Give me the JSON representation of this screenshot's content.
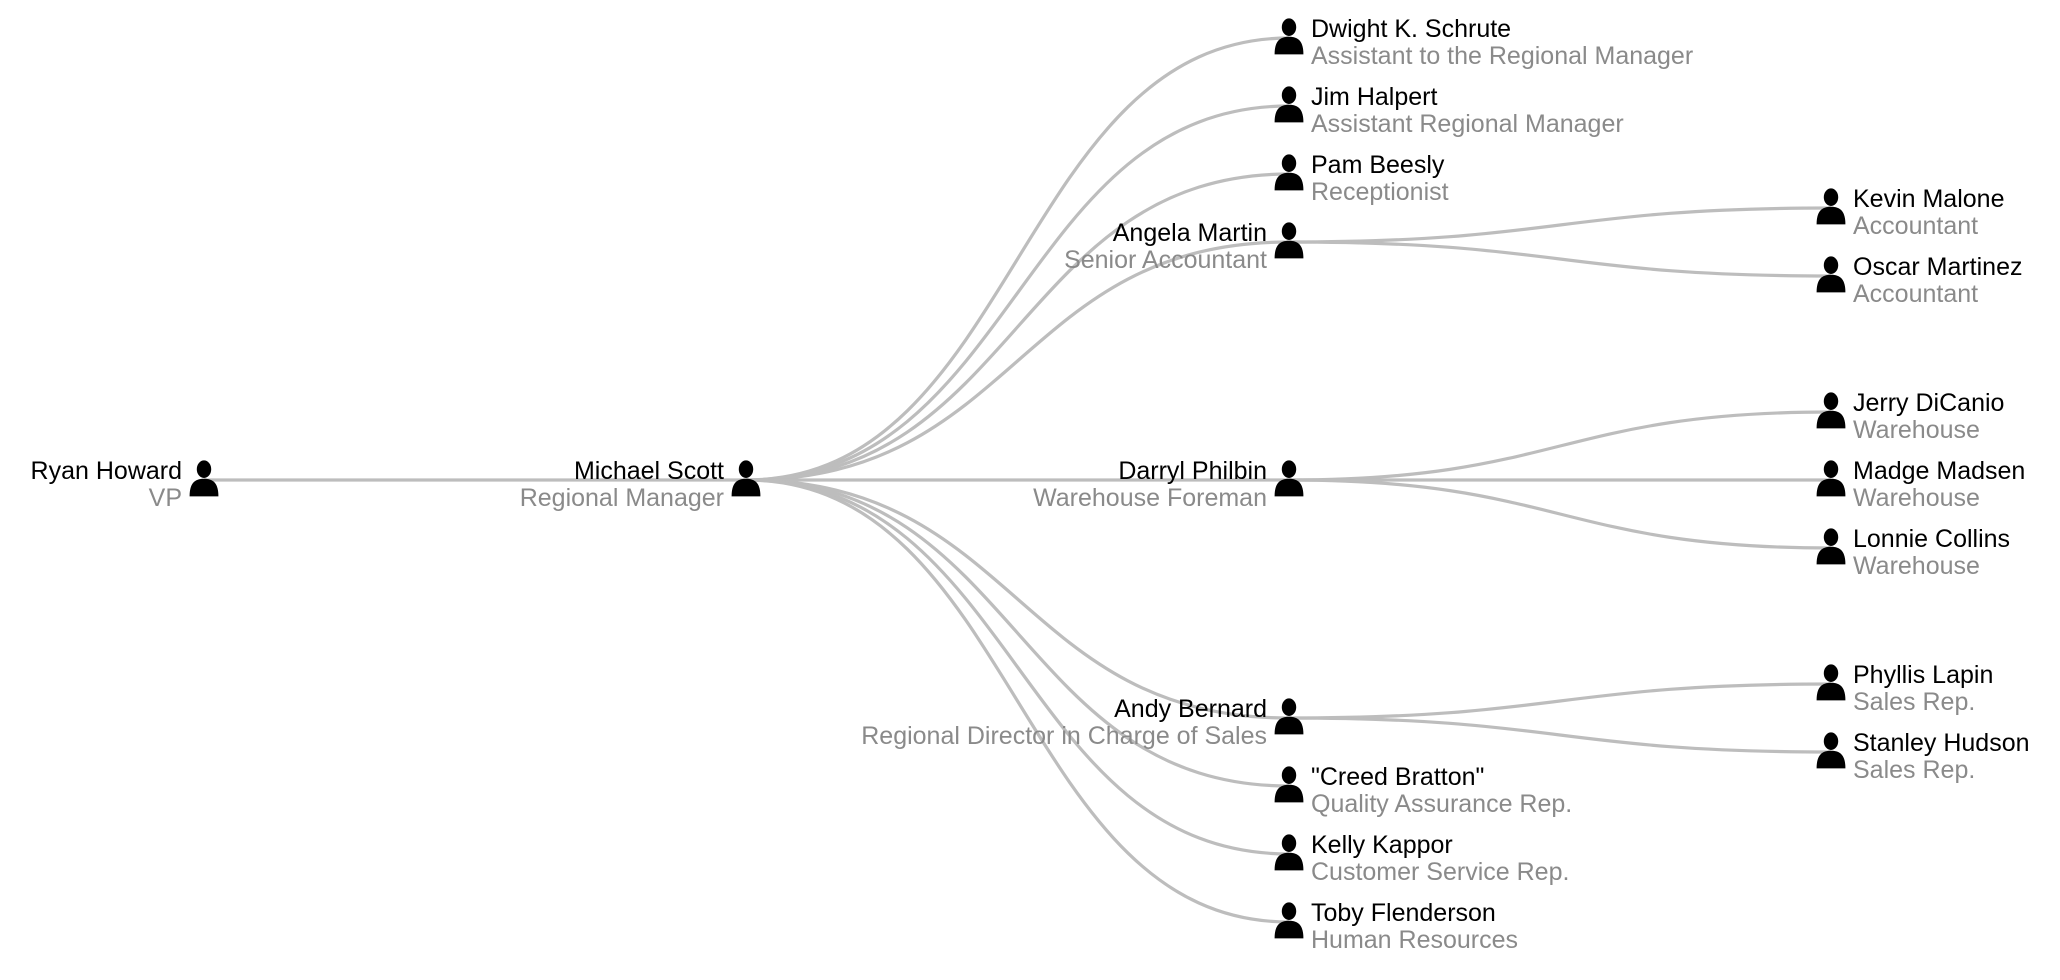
{
  "tree": {
    "id": "ryan",
    "name": "Ryan Howard",
    "title": "VP",
    "children": [
      {
        "id": "michael",
        "name": "Michael Scott",
        "title": "Regional Manager",
        "children": [
          {
            "id": "dwight",
            "name": "Dwight K. Schrute",
            "title": "Assistant to the Regional Manager"
          },
          {
            "id": "jim",
            "name": "Jim Halpert",
            "title": "Assistant Regional Manager"
          },
          {
            "id": "pam",
            "name": "Pam Beesly",
            "title": "Receptionist"
          },
          {
            "id": "angela",
            "name": "Angela Martin",
            "title": "Senior Accountant",
            "children": [
              {
                "id": "kevin",
                "name": "Kevin Malone",
                "title": "Accountant"
              },
              {
                "id": "oscar",
                "name": "Oscar Martinez",
                "title": "Accountant"
              }
            ]
          },
          {
            "id": "darryl",
            "name": "Darryl Philbin",
            "title": "Warehouse Foreman",
            "children": [
              {
                "id": "jerry",
                "name": "Jerry DiCanio",
                "title": "Warehouse"
              },
              {
                "id": "madge",
                "name": "Madge Madsen",
                "title": "Warehouse"
              },
              {
                "id": "lonnie",
                "name": "Lonnie Collins",
                "title": "Warehouse"
              }
            ]
          },
          {
            "id": "andy",
            "name": "Andy Bernard",
            "title": "Regional Director in Charge of Sales",
            "children": [
              {
                "id": "phyllis",
                "name": "Phyllis Lapin",
                "title": "Sales Rep."
              },
              {
                "id": "stanley",
                "name": "Stanley Hudson",
                "title": "Sales Rep."
              }
            ]
          },
          {
            "id": "creed",
            "name": "\"Creed Bratton\"",
            "title": "Quality Assurance Rep."
          },
          {
            "id": "kelly",
            "name": "Kelly Kappor",
            "title": "Customer Service Rep."
          },
          {
            "id": "toby",
            "name": "Toby Flenderson",
            "title": "Human Resources"
          }
        ]
      }
    ]
  },
  "colors": {
    "link": "#bdbdbd",
    "name": "#000000",
    "title": "#8a8a8a",
    "icon": "#000000"
  },
  "icon": "person-icon"
}
